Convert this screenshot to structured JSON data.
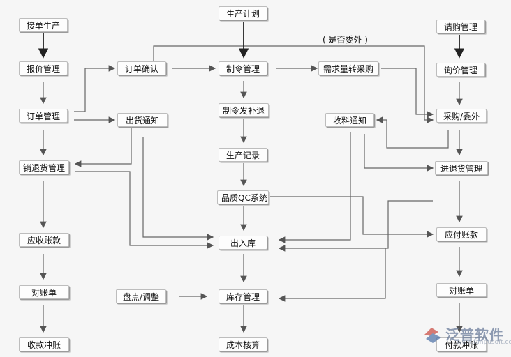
{
  "nodes": {
    "order_taking": "接单生产",
    "quote_mgmt": "报价管理",
    "order_mgmt": "订单管理",
    "sales_return_mgmt": "销退货管理",
    "receivables": "应收账款",
    "statement_left": "对账单",
    "collection_offset": "收款冲账",
    "order_confirm": "订单确认",
    "shipping_notice": "出货通知",
    "production_plan": "生产计划",
    "work_order_mgmt": "制令管理",
    "work_order_issue": "制令发补退",
    "production_record": "生产记录",
    "qc_system": "品质QC系统",
    "in_out_stock": "出入库",
    "inventory_mgmt": "库存管理",
    "cost_accounting": "成本核算",
    "stocktake_adjust": "盘点/调整",
    "demand_to_purchase": "需求量转采购",
    "receiving_notice": "收料通知",
    "purchase_request": "请购管理",
    "inquiry_mgmt": "询价管理",
    "purchase_outsource": "采购/委外",
    "purchase_return_mgmt": "进退货管理",
    "payables": "应付账款",
    "statement_right": "对账单",
    "payment_offset": "付款冲账"
  },
  "outsource_label": "(           是否委外           )",
  "watermark": {
    "brand": "泛普软件",
    "url": "www.fanpusoft.com"
  }
}
